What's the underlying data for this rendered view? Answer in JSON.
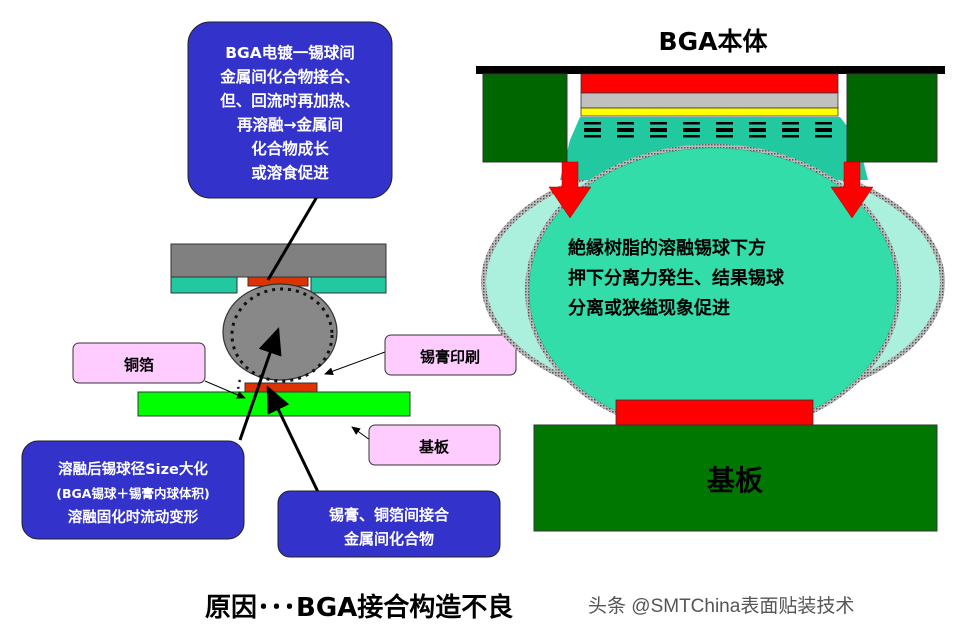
{
  "title_right": "BGA本体",
  "bottom_title": "原因･･･BGA接合构造不良",
  "watermark": "头条 @SMTChina表面贴装技术",
  "callouts": {
    "top_blue": {
      "lines": [
        "BGA电镀一锡球间",
        "金属间化合物接合、",
        "但、回流时再加热、",
        "再溶融→金属间",
        "化合物成长",
        "或溶食促进"
      ]
    },
    "bottom_left_blue": {
      "lines": [
        "溶融后锡球径Size大化",
        "(BGA锡球＋锡膏内球体积)",
        "溶融固化时流动变形"
      ]
    },
    "bottom_right_blue": {
      "lines": [
        "锡膏、铜箔间接合",
        "金属间化合物"
      ]
    },
    "copper_foil": "铜箔",
    "paste_print": "锡膏印刷",
    "substrate_small": "基板"
  },
  "right_diagram": {
    "description_lines": [
      "絶縁树脂的溶融锡球下方",
      "押下分离力発生、结果锡球",
      "分离或狭缢现象促进"
    ],
    "substrate_label": "基板"
  },
  "colors": {
    "callout_blue": "#3333CC",
    "callout_pink": "#FFCCFF",
    "dark_green": "#007700",
    "bright_green": "#00FF00",
    "teal": "#33DDAA",
    "light_teal": "#AAF0DD",
    "red": "#FF0000",
    "orange_red": "#DD3300",
    "gray": "#808080",
    "yellow": "#FFFF00"
  }
}
